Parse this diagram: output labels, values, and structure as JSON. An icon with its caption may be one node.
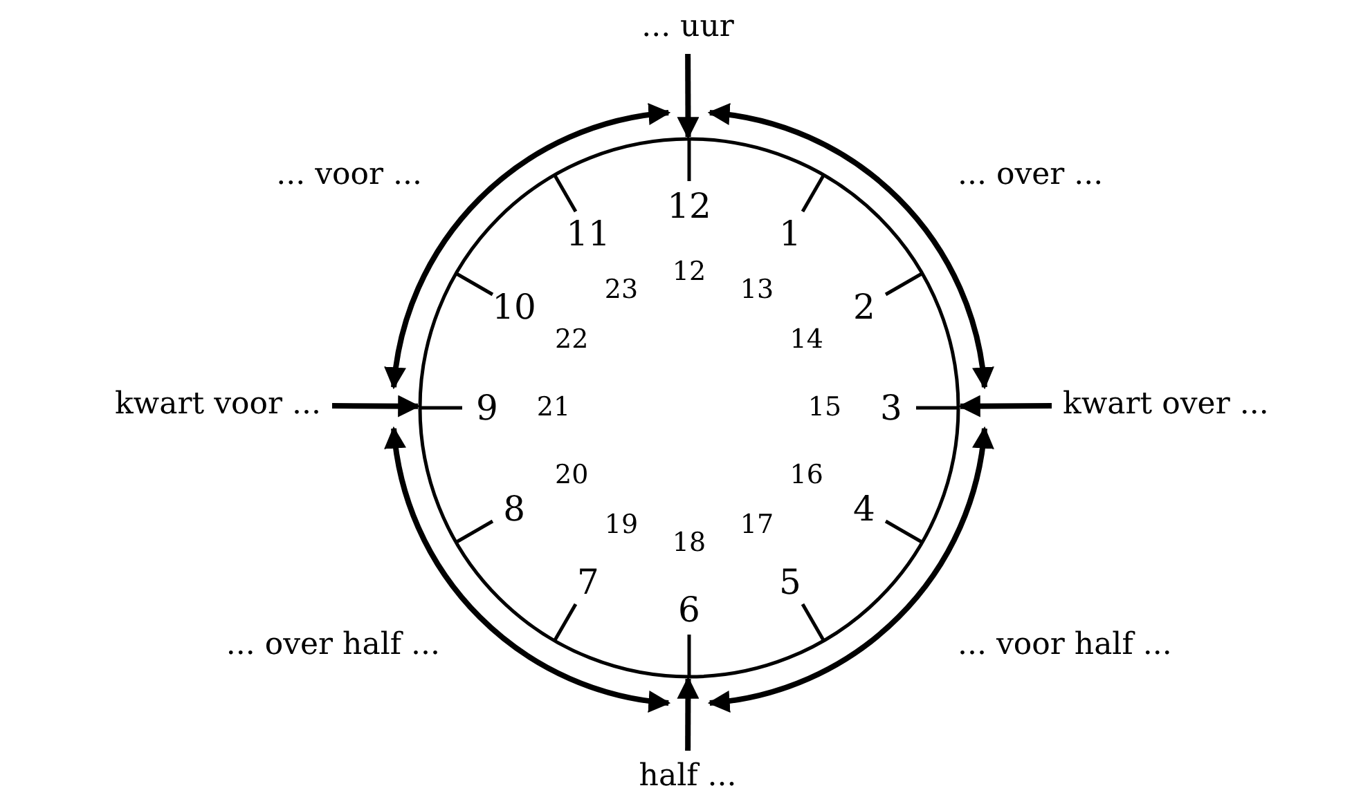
{
  "diagram": {
    "nodes": [
      {
        "text": [
          "... uur"
        ]
      },
      {
        "text": [
          "kwart voor ..."
        ]
      },
      {
        "text": [
          "12",
          "1",
          "2",
          "3",
          "4",
          "5",
          "6",
          "7",
          "8",
          "9",
          "10",
          "11",
          "12",
          "13",
          "14",
          "15",
          "16",
          "17",
          "18",
          "19",
          "20",
          "21",
          "22",
          "23"
        ]
      },
      {
        "text": [
          "kwart over ..."
        ]
      },
      {
        "text": [
          "half ..."
        ]
      }
    ],
    "edges": [
      {
        "from": 0,
        "to": 2,
        "arrow": "to"
      },
      {
        "from": 1,
        "to": 2,
        "arrow": "to"
      },
      {
        "from": 3,
        "to": 2,
        "arrow": "to"
      },
      {
        "from": 4,
        "to": 2,
        "arrow": "to"
      }
    ],
    "labels": [
      "... voor ...",
      "... over ...",
      "... over half ...",
      "... voor half ..."
    ]
  }
}
